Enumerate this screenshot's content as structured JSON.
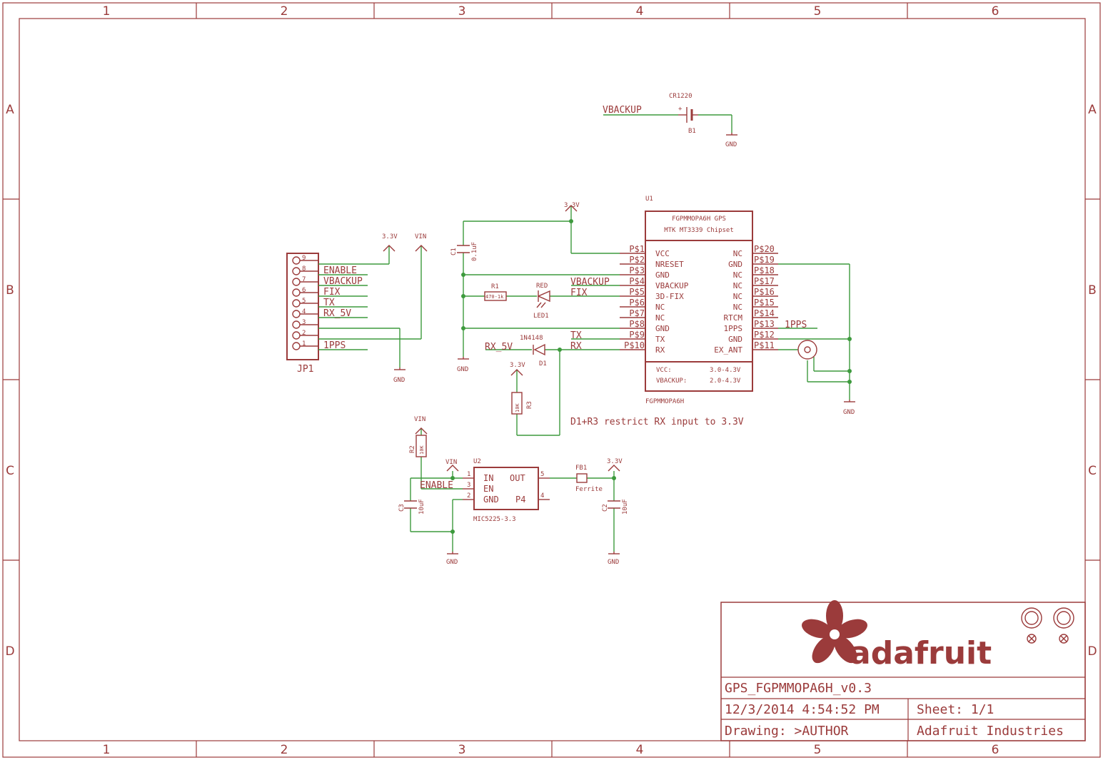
{
  "grid": {
    "columns": [
      "1",
      "2",
      "3",
      "4",
      "5",
      "6"
    ],
    "rows": [
      "A",
      "B",
      "C",
      "D"
    ]
  },
  "battery": {
    "part": "CR1220",
    "ref": "B1",
    "net": "VBACKUP",
    "plus": "+",
    "gnd": "GND"
  },
  "gps": {
    "ref": "U1",
    "title1": "FGPMMOPA6H GPS",
    "title2": "MTK MT3339 Chipset",
    "value": "FGPMMOPA6H",
    "left_pins": [
      {
        "num": "P$1",
        "name": "VCC"
      },
      {
        "num": "P$2",
        "name": "NRESET"
      },
      {
        "num": "P$3",
        "name": "GND"
      },
      {
        "num": "P$4",
        "name": "VBACKUP"
      },
      {
        "num": "P$5",
        "name": "3D-FIX"
      },
      {
        "num": "P$6",
        "name": "NC"
      },
      {
        "num": "P$7",
        "name": "NC"
      },
      {
        "num": "P$8",
        "name": "GND"
      },
      {
        "num": "P$9",
        "name": "TX"
      },
      {
        "num": "P$10",
        "name": "RX"
      }
    ],
    "right_pins": [
      {
        "num": "P$20",
        "name": "NC"
      },
      {
        "num": "P$19",
        "name": "GND"
      },
      {
        "num": "P$18",
        "name": "NC"
      },
      {
        "num": "P$17",
        "name": "NC"
      },
      {
        "num": "P$16",
        "name": "NC"
      },
      {
        "num": "P$15",
        "name": "NC"
      },
      {
        "num": "P$14",
        "name": "RTCM"
      },
      {
        "num": "P$13",
        "name": "1PPS"
      },
      {
        "num": "P$12",
        "name": "GND"
      },
      {
        "num": "P$11",
        "name": "EX_ANT"
      }
    ],
    "vcc_label": "VCC:",
    "vcc_range": "3.0-4.3V",
    "vbackup_label": "VBACKUP:",
    "vbackup_range": "2.0-4.3V",
    "nets": {
      "vbackup": "VBACKUP",
      "fix": "FIX",
      "tx": "TX",
      "rx": "RX",
      "pps": "1PPS"
    },
    "supply": "3.3V",
    "gnd_left": "GND",
    "gnd_right": "GND"
  },
  "c1": {
    "ref": "C1",
    "value": "0.1uF"
  },
  "r1": {
    "ref": "R1",
    "value": "470-1k"
  },
  "led1": {
    "ref": "LED1",
    "color": "RED"
  },
  "d1": {
    "ref": "D1",
    "part": "1N4148",
    "net": "RX_5V"
  },
  "r3": {
    "ref": "R3",
    "value": "10K",
    "supply": "3.3V"
  },
  "note": "D1+R3 restrict RX input to 3.3V",
  "header": {
    "ref": "JP1",
    "pins": [
      {
        "num": "9",
        "label": ""
      },
      {
        "num": "8",
        "label": "ENABLE"
      },
      {
        "num": "7",
        "label": "VBACKUP"
      },
      {
        "num": "6",
        "label": "FIX"
      },
      {
        "num": "5",
        "label": "TX"
      },
      {
        "num": "4",
        "label": "RX_5V"
      },
      {
        "num": "3",
        "label": ""
      },
      {
        "num": "2",
        "label": ""
      },
      {
        "num": "1",
        "label": "1PPS"
      }
    ],
    "supply_33": "3.3V",
    "supply_vin": "VIN",
    "gnd": "GND"
  },
  "regulator": {
    "ref": "U2",
    "value": "MIC5225-3.3",
    "pins": {
      "in": "IN",
      "en": "EN",
      "gnd": "GND",
      "out": "OUT",
      "p4": "P4"
    },
    "pin_nums": {
      "in": "1",
      "en": "3",
      "gnd": "2",
      "out": "5",
      "p4": "4"
    },
    "enable_net": "ENABLE",
    "vin_top": "VIN",
    "vin_in": "VIN",
    "out_supply": "3.3V",
    "gnd_left": "GND",
    "gnd_right": "GND"
  },
  "r2": {
    "ref": "R2",
    "value": "10K"
  },
  "c3": {
    "ref": "C3",
    "value": "10uF"
  },
  "c2": {
    "ref": "C2",
    "value": "10uF"
  },
  "fb1": {
    "ref": "FB1",
    "value": "Ferrite"
  },
  "title_block": {
    "brand": "adafruit",
    "sheet_name": "GPS_FGPMMOPA6H_v0.3",
    "datetime": "12/3/2014 4:54:52 PM",
    "sheet": "Sheet: 1/1",
    "drawing": "Drawing: >AUTHOR",
    "company": "Adafruit Industries"
  }
}
